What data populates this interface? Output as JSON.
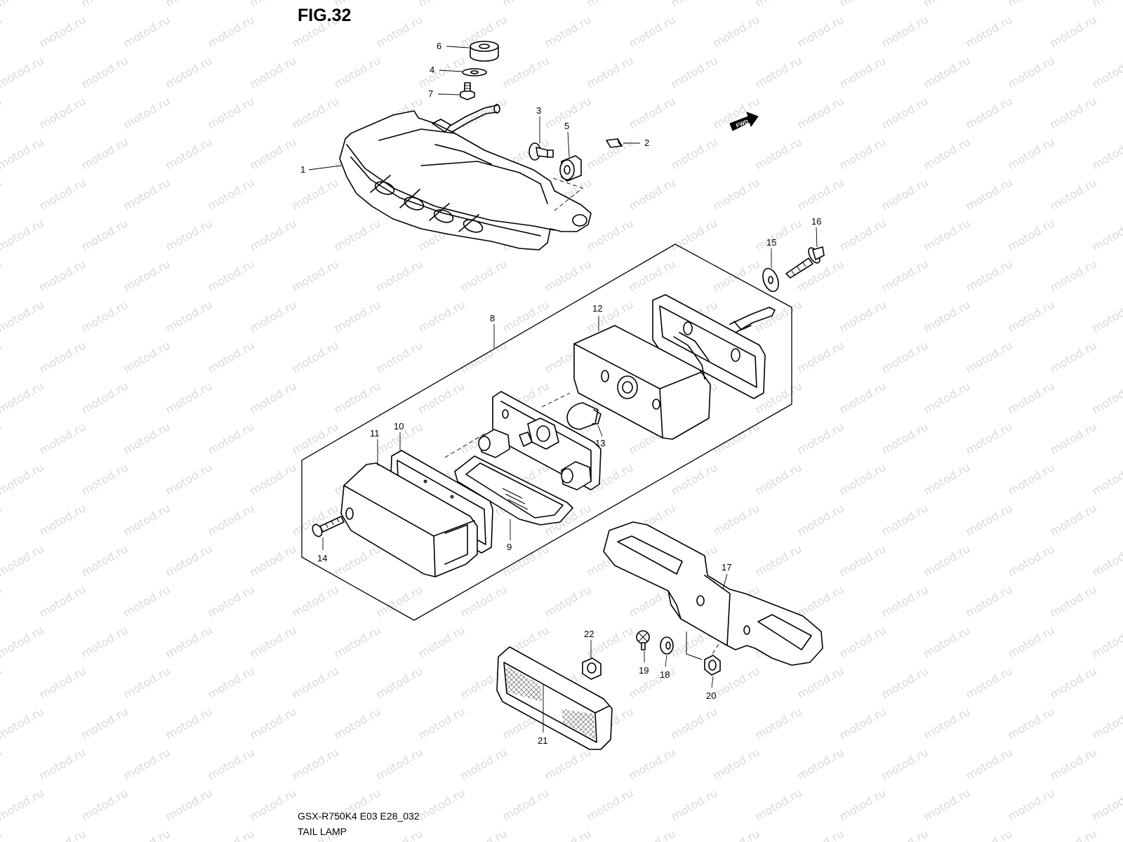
{
  "figure": {
    "title": "FIG.32",
    "model_code": "GSX-R750K4 E03 E28_032",
    "caption": "TAIL LAMP"
  },
  "watermark": {
    "text": "motod.ru"
  },
  "fwd_arrow": {
    "label": "FWD"
  },
  "callouts": {
    "c1": "1",
    "c2": "2",
    "c3": "3",
    "c4": "4",
    "c5": "5",
    "c6": "6",
    "c7": "7",
    "c8": "8",
    "c9": "9",
    "c10": "10",
    "c11": "11",
    "c12": "12",
    "c13": "13",
    "c14": "14",
    "c15": "15",
    "c16": "16",
    "c17": "17",
    "c18": "18",
    "c19": "19",
    "c20": "20",
    "c21": "21",
    "c22": "22"
  }
}
